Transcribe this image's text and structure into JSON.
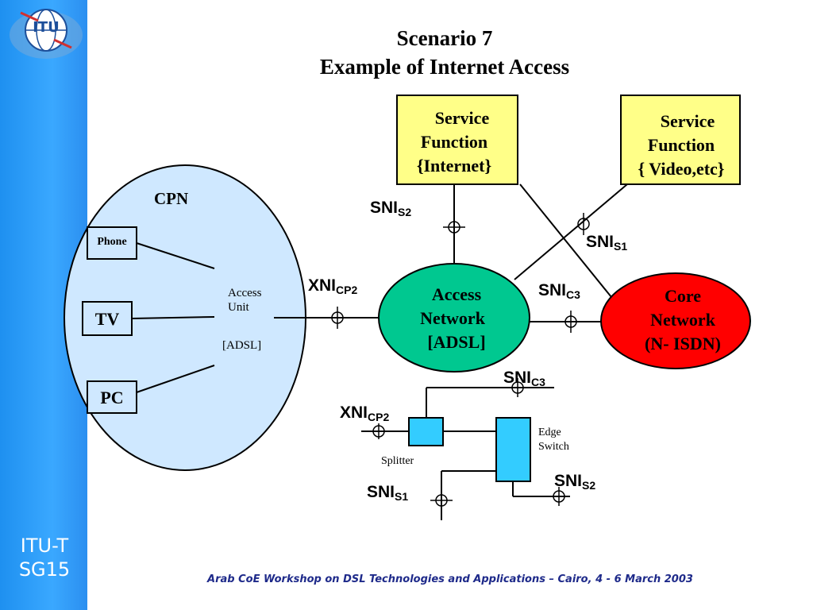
{
  "slide": {
    "title_line1": "Scenario 7",
    "title_line2": "Example of Internet Access",
    "footer": "Arab CoE  Workshop on DSL Technologies and Applications – Cairo, 4 - 6 March 2003"
  },
  "sidebar": {
    "logo_text": "ITU",
    "itut_line1": "ITU-T",
    "itut_line2": "SG15"
  },
  "diagram": {
    "cpn_label": "CPN",
    "phone": "Phone",
    "tv": "TV",
    "pc": "PC",
    "access_unit_line1": "Access",
    "access_unit_line2": "Unit",
    "access_unit_line3": "[ADSL]",
    "sf_internet": {
      "line1": "Service",
      "line2": "Function",
      "line3": "{Internet}"
    },
    "sf_video": {
      "line1": "Service",
      "line2": "Function",
      "line3": "{  Video,etc}"
    },
    "access_network": {
      "line1": "Access",
      "line2": "Network",
      "line3": "[ADSL]"
    },
    "core_network": {
      "line1": "Core",
      "line2": "Network",
      "line3": "(N- ISDN)"
    },
    "interfaces": {
      "sni_s2_top": {
        "base": "SNI",
        "sub": "S2"
      },
      "sni_s1_top": {
        "base": "SNI",
        "sub": "S1"
      },
      "xni_cp2_top": {
        "base": "XNI",
        "sub": "CP2"
      },
      "sni_c3_top": {
        "base": "SNI",
        "sub": "C3"
      },
      "sni_c3_bottom": {
        "base": "SNI",
        "sub": "C3"
      },
      "xni_cp2_bottom": {
        "base": "XNI",
        "sub": "CP2"
      },
      "sni_s1_bottom": {
        "base": "SNI",
        "sub": "S1"
      },
      "sni_s2_bottom": {
        "base": "SNI",
        "sub": "S2"
      }
    },
    "splitter_label": "Splitter",
    "edge_switch_line1": "Edge",
    "edge_switch_line2": "Switch",
    "colors": {
      "cpn_fill": "#cfe8ff",
      "service_fill": "#ffff88",
      "access_fill": "#00c890",
      "core_fill": "#ff0000",
      "splitter_fill": "#33ccff",
      "sidebar": "#2b9cf5",
      "footer_text": "#1e2a8a"
    }
  }
}
